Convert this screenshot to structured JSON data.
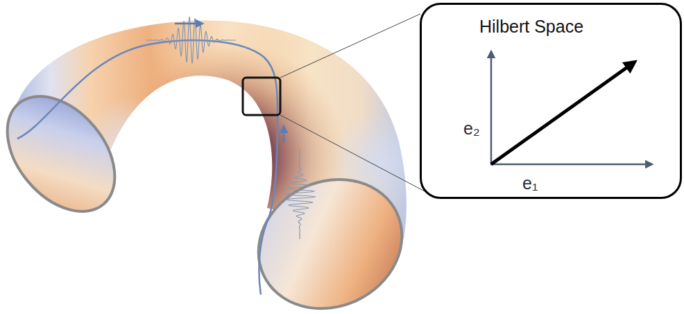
{
  "diagram": {
    "nodes": [
      {
        "text": [
          "Hilbert Space",
          "e₂",
          "e₁"
        ]
      }
    ]
  }
}
